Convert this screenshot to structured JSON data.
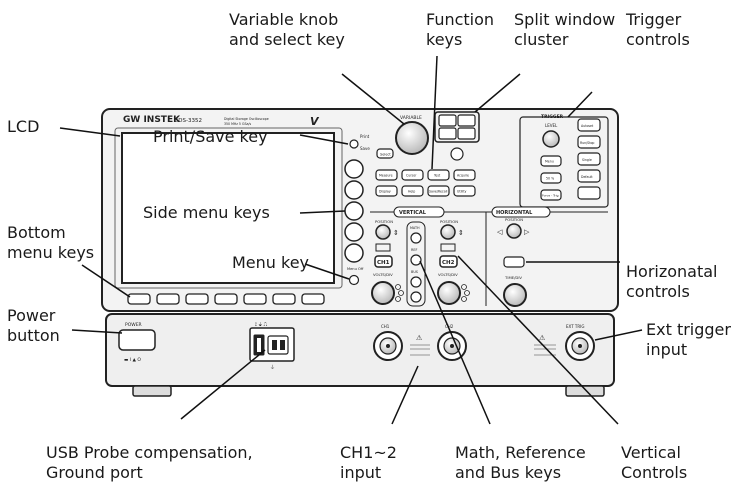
{
  "callouts": {
    "variable_knob": "Variable knob\nand select key",
    "function_keys": "Function\nkeys",
    "split_window": "Split window\ncluster",
    "trigger_controls": "Trigger\ncontrols",
    "lcd": "LCD",
    "print_save": "Print/Save key",
    "side_menu": "Side menu keys",
    "bottom_menu": "Bottom\nmenu keys",
    "menu_key": "Menu key",
    "horizontal_controls": "Horizonatal\ncontrols",
    "power_button": "Power\nbutton",
    "ext_trigger": "Ext trigger\ninput",
    "usb_probe": "USB Probe compensation,\nGround port",
    "ch_input": "CH1~2\ninput",
    "math_ref_bus": "Math, Reference\nand Bus keys",
    "vertical_controls": "Vertical\nControls"
  },
  "panel": {
    "brand": "GW INSTEK",
    "model": "GDS-3352",
    "model_desc": "Digital Storage Oscilloscope",
    "model_spec": "350 MHz  5 GSa/s",
    "variable": "VARIABLE",
    "select": "Select",
    "print": "Print",
    "save": "Save",
    "menu_off": "Menu Off",
    "trigger": "TRIGGER",
    "level": "LEVEL",
    "vertical": "VERTICAL",
    "horizontal": "HORIZONTAL",
    "position": "POSITION",
    "ch1": "CH1",
    "ch2": "CH2",
    "volts_div": "VOLTS/DIV",
    "time_div": "TIME/DIV",
    "math": "MATH",
    "ref": "REF",
    "bus": "BUS",
    "power": "POWER",
    "ext_trig": "EXT TRIG",
    "function_keys": [
      "Measure",
      "Cursor",
      "Test",
      "Acquire",
      "Display",
      "Help",
      "Save/Recall",
      "Utility"
    ],
    "trigger_keys": [
      "Autoset",
      "Run/Stop",
      "Single",
      "Default",
      "Menu",
      "50 %",
      "Force - Trig"
    ]
  }
}
